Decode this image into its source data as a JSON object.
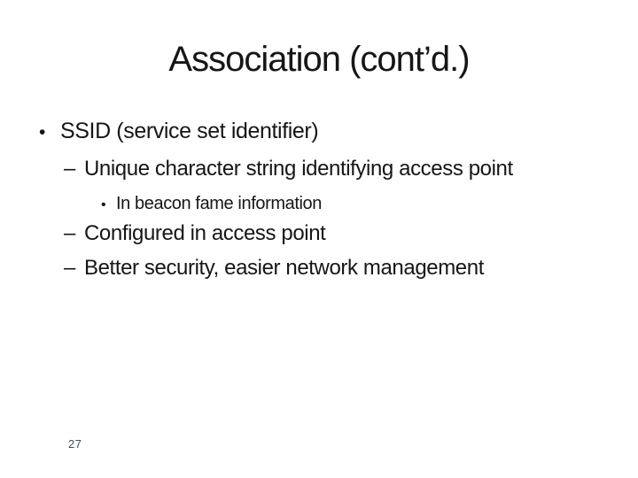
{
  "slide": {
    "title": "Association (cont’d.)",
    "bullets": [
      {
        "level": 1,
        "marker": "•",
        "text": "SSID (service set identifier)"
      },
      {
        "level": 2,
        "marker": "–",
        "text": "Unique character string identifying access point"
      },
      {
        "level": 3,
        "marker": "•",
        "text": "In beacon fame information"
      },
      {
        "level": 2,
        "marker": "–",
        "text": "Configured in access point"
      },
      {
        "level": 2,
        "marker": "–",
        "text": "Better security, easier network management"
      }
    ],
    "page_number": "27",
    "colors": {
      "background": "#ffffff",
      "text": "#161616",
      "page_number": "#3f4d57"
    }
  }
}
